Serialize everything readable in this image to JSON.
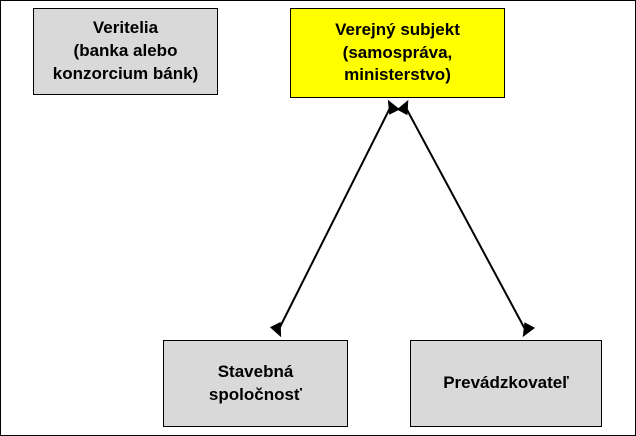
{
  "diagram": {
    "type": "flow-diagram",
    "title": "",
    "nodes": [
      {
        "id": "creditor",
        "label": "Veritelia\n(banka alebo\nkonzorcium bánk)",
        "fill": "#d9d9d9",
        "stroke": "#000000"
      },
      {
        "id": "public",
        "label": "Verejný subjekt\n(samospráva,\nministerstvo)",
        "fill": "#ffff00",
        "stroke": "#000000"
      },
      {
        "id": "construction",
        "label": "Stavebná\nspoločnosť",
        "fill": "#d9d9d9",
        "stroke": "#000000"
      },
      {
        "id": "operator",
        "label": "Prevádzkovateľ",
        "fill": "#d9d9d9",
        "stroke": "#000000"
      }
    ],
    "connectors": [
      {
        "id": "public-to-construction",
        "from": "public",
        "to": "construction",
        "style": "double-headed-arrow"
      },
      {
        "id": "public-to-operator",
        "from": "public",
        "to": "operator",
        "style": "double-headed-arrow"
      }
    ]
  }
}
